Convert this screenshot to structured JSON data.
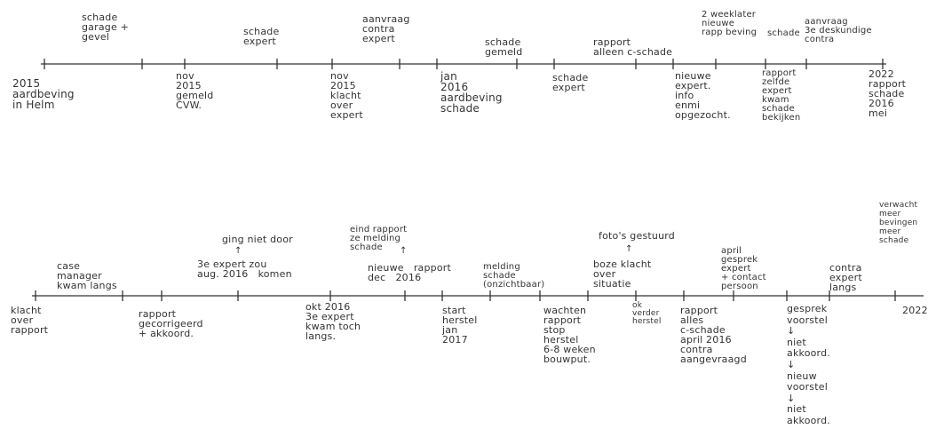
{
  "timeline_top": {
    "above": [
      {
        "id": "t_a1",
        "text": "schade\ngarage +\ngevel"
      },
      {
        "id": "t_a2",
        "text": "schade\nexpert"
      },
      {
        "id": "t_a3",
        "text": "aanvraag\ncontra\nexpert"
      },
      {
        "id": "t_a4",
        "text": "schade\ngemeld"
      },
      {
        "id": "t_a5",
        "text": "rapport\nalleen c-schade"
      },
      {
        "id": "t_a6",
        "text": "2 weeklater\nnieuwe\nrapp beving"
      },
      {
        "id": "t_a7",
        "text": "schade"
      },
      {
        "id": "t_a8",
        "text": "aanvraag\n3e deskundige\ncontra"
      }
    ],
    "below": [
      {
        "id": "t_b1",
        "text": "2015\naardbeving\nin Helm"
      },
      {
        "id": "t_b2",
        "text": "nov\n2015\ngemeld\nCVW."
      },
      {
        "id": "t_b3",
        "text": "nov\n2015\nklacht\nover\nexpert"
      },
      {
        "id": "t_b4",
        "text": "jan\n2016\naardbeving\nschade"
      },
      {
        "id": "t_b5",
        "text": "schade\nexpert"
      },
      {
        "id": "t_b6",
        "text": "nieuwe\nexpert.\ninfo\nenmi\nopgezocht."
      },
      {
        "id": "t_b7",
        "text": "rapport\nzelfde\nexpert\nkwam\nschade\nbekijken"
      },
      {
        "id": "t_b8",
        "text": "2022\nrapport\nschade\n2016\nmei"
      }
    ]
  },
  "timeline_bottom": {
    "above": [
      {
        "id": "b_a1",
        "text": "case\nmanager\nkwam langs"
      },
      {
        "id": "b_a2",
        "text": "ging niet door"
      },
      {
        "id": "b_a3",
        "text": "3e expert zou\naug. 2016   komen"
      },
      {
        "id": "b_a4",
        "text": "eind rapport\nze melding\nschade"
      },
      {
        "id": "b_a5",
        "text": "nieuwe   rapport\ndec   2016"
      },
      {
        "id": "b_a6",
        "text": "melding\nschade\n(onzichtbaar)"
      },
      {
        "id": "b_a7",
        "text": "foto's gestuurd"
      },
      {
        "id": "b_a8",
        "text": "boze klacht\nover\nsituatie"
      },
      {
        "id": "b_a9",
        "text": "april\ngesprek\nexpert\n+ contact\npersoon"
      },
      {
        "id": "b_a10",
        "text": "contra\nexpert\nlangs"
      },
      {
        "id": "b_a11",
        "text": "verwacht\nmeer\nbevingen\nmeer\nschade"
      }
    ],
    "below": [
      {
        "id": "b_b1",
        "text": "klacht\nover\nrapport"
      },
      {
        "id": "b_b2",
        "text": "rapport\ngecorrigeerd\n+ akkoord."
      },
      {
        "id": "b_b3",
        "text": "okt 2016\n3e expert\nkwam toch\nlangs."
      },
      {
        "id": "b_b4",
        "text": "start\nherstel\njan\n2017"
      },
      {
        "id": "b_b5",
        "text": "wachten\nrapport\nstop\nherstel\n6-8 weken\nbouwput."
      },
      {
        "id": "b_b6",
        "text": "ok\nverder\nherstel"
      },
      {
        "id": "b_b7",
        "text": "rapport\nalles\nc-schade\napril 2016\ncontra\naangevraagd"
      },
      {
        "id": "b_b8",
        "text": "gesprek\nvoorstel\n↓\nniet\nakkoord.\n↓\nnieuw\nvoorstel\n↓\nniet\nakkoord."
      },
      {
        "id": "b_b9",
        "text": "2022"
      }
    ]
  }
}
